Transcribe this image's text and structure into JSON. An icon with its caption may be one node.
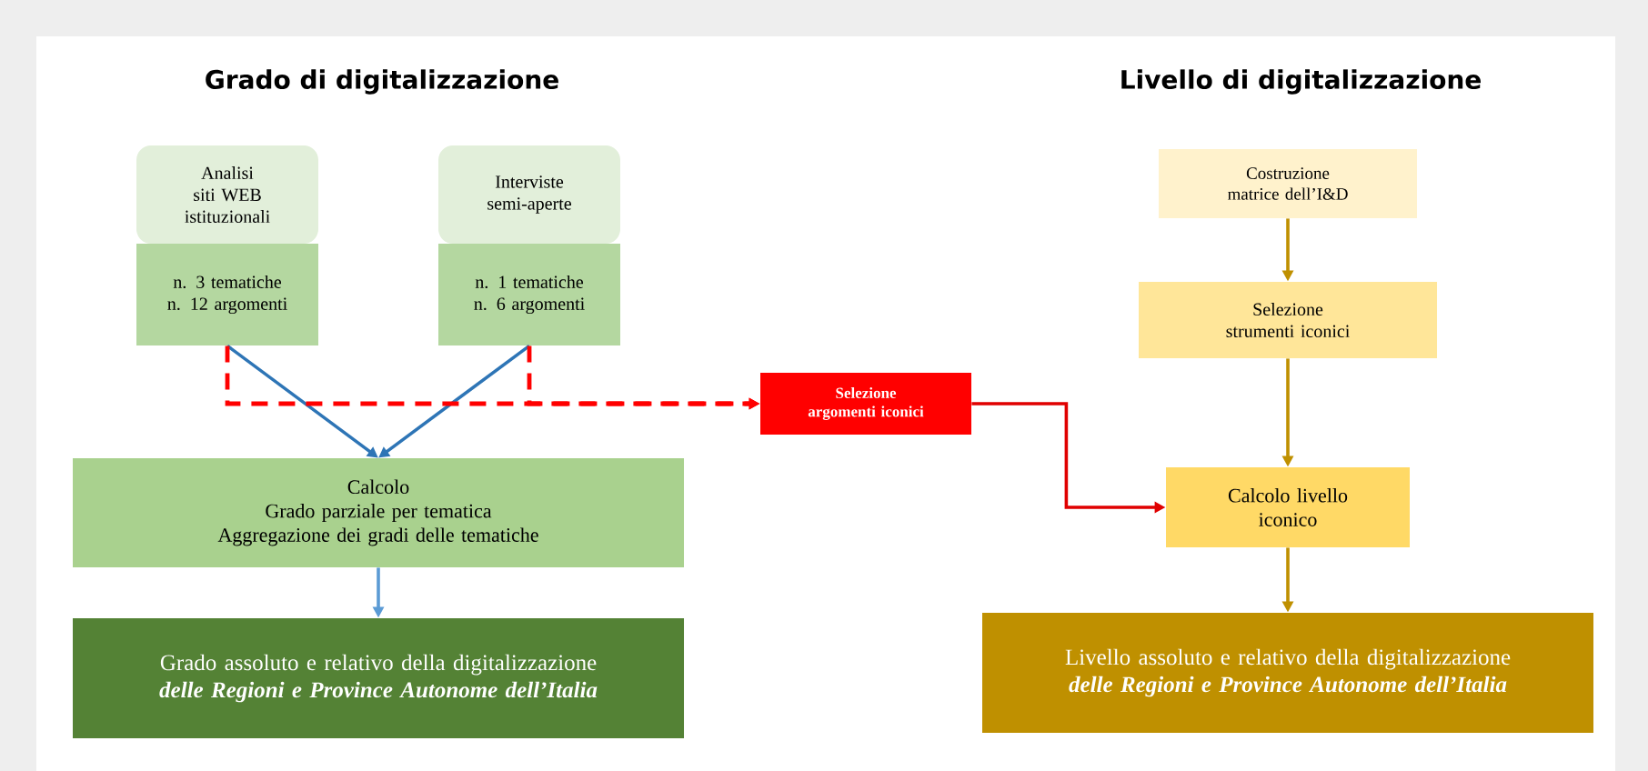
{
  "diagram": {
    "nodes": [
      {
        "text": [
          "Analisi siti WEB istituzionali"
        ]
      },
      {
        "text": [
          "n. 3 tematiche n. 12 argomenti"
        ]
      },
      {
        "text": [
          "Interviste semi-aperte"
        ]
      },
      {
        "text": [
          "n. 1 tematiche n. 6 argomenti"
        ]
      },
      {
        "text": [
          "Calcolo",
          "Grado parziale per tematica",
          "Aggregazione dei gradi delle tematiche"
        ]
      },
      {
        "text": [
          "Grado assoluto e relativo della digitalizzazione",
          "delle Regioni e Province Autonome dell’Italia"
        ]
      },
      {
        "text": [
          "Selezione argomenti iconici"
        ]
      },
      {
        "text": [
          "Costruzione matrice dell’I&D"
        ]
      },
      {
        "text": [
          "Selezione strumenti iconici"
        ]
      },
      {
        "text": [
          "Calcolo livello iconico"
        ]
      },
      {
        "text": [
          "Livello assoluto e relativo della digitalizzazione",
          "delle Regioni e Province Autonome dell’Italia"
        ]
      }
    ],
    "edges": [
      {
        "from": 1,
        "to": 4,
        "arrow": "to",
        "color": "#2e75b6"
      },
      {
        "from": 3,
        "to": 4,
        "arrow": "to",
        "color": "#2e75b6"
      },
      {
        "from": 4,
        "to": 5,
        "arrow": "to",
        "color": "#5b9bd5"
      },
      {
        "from": 1,
        "to": 6,
        "arrow": "to",
        "style": "dashed",
        "color": "#ff0000"
      },
      {
        "from": 3,
        "to": 6,
        "arrow": "to",
        "style": "dashed",
        "color": "#ff0000"
      },
      {
        "from": 6,
        "to": 9,
        "arrow": "to",
        "color": "#e00000"
      },
      {
        "from": 7,
        "to": 8,
        "arrow": "to",
        "color": "#bf9000"
      },
      {
        "from": 8,
        "to": 9,
        "arrow": "to",
        "color": "#bf9000"
      },
      {
        "from": 9,
        "to": 10,
        "arrow": "to",
        "color": "#bf9000"
      }
    ],
    "labels": [
      "Grado di digitalizzazione",
      "Livello di digitalizzazione"
    ]
  }
}
